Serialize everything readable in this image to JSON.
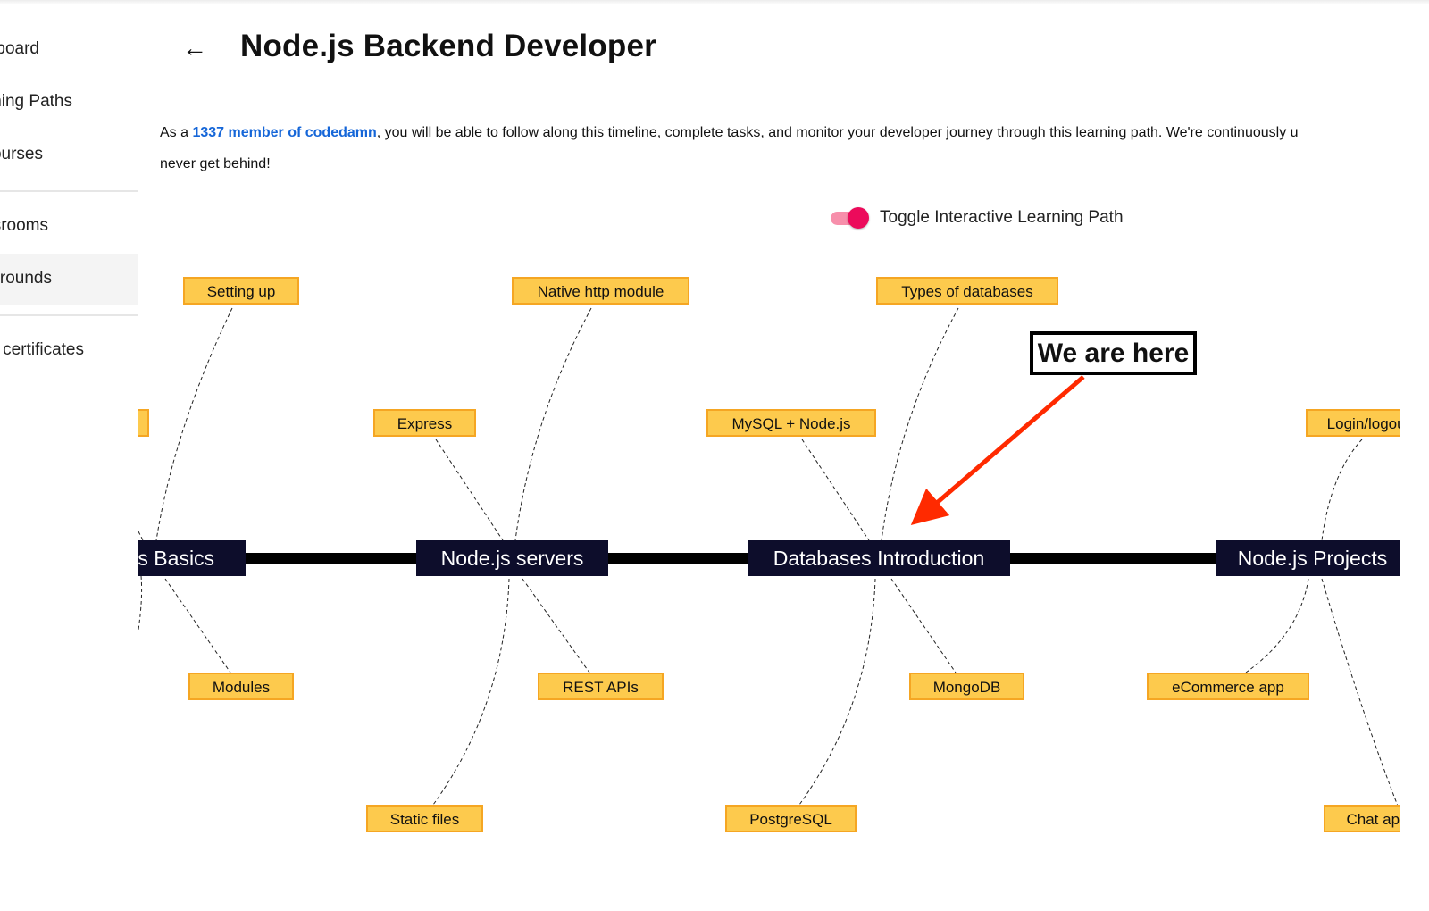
{
  "sidebar": {
    "items": [
      {
        "label": "Dashboard"
      },
      {
        "label": "Learning Paths"
      },
      {
        "label": "Courses"
      },
      {
        "label": "Classrooms"
      },
      {
        "label": "Playgrounds",
        "active": true
      },
      {
        "label": "My certificates"
      }
    ]
  },
  "header": {
    "back_icon": "arrow-left-icon",
    "title": "Node.js Backend Developer"
  },
  "description": {
    "prefix": "As a ",
    "link": "1337 member of codedamn",
    "suffix": ", you will be able to follow along this timeline, complete tasks, and monitor your developer journey through this learning path. We're continuously u",
    "line2": "never get behind!"
  },
  "toggle": {
    "label": "Toggle Interactive Learning Path",
    "on": true,
    "color": "#ec0b5b"
  },
  "diagram": {
    "nodes": [
      {
        "label": "Node.js Basics",
        "topics": [
          "Setting up",
          "",
          "Modules"
        ]
      },
      {
        "label": "Node.js servers",
        "topics": [
          "Native http module",
          "Express",
          "REST APIs",
          "Static files"
        ]
      },
      {
        "label": "Databases Introduction",
        "topics": [
          "Types of databases",
          "MySQL + Node.js",
          "MongoDB",
          "PostgreSQL"
        ]
      },
      {
        "label": "Node.js Projects",
        "topics": [
          "Login/logout",
          "eCommerce app",
          "Chat app"
        ]
      }
    ],
    "annotation": "We are here",
    "colors": {
      "node": "#0d0d2b",
      "topic": "#fdca4d",
      "topic_border": "#f5a623",
      "arrow": "#ff2a00"
    }
  }
}
